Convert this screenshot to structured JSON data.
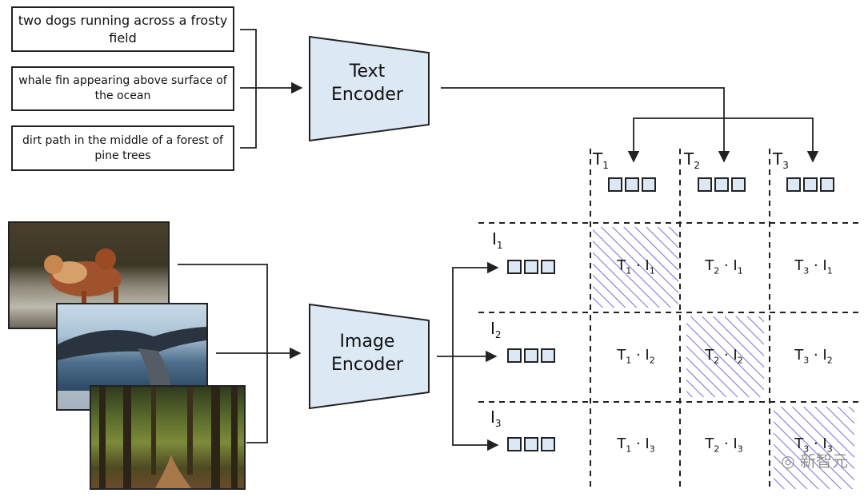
{
  "captions": [
    "two dogs running across a frosty field",
    "whale fin appearing above surface of the ocean",
    "dirt path in the middle of a forest of pine trees"
  ],
  "encoders": {
    "text": "Text Encoder",
    "image": "Image Encoder"
  },
  "text_embeddings": [
    {
      "sym": "T",
      "sub": "1"
    },
    {
      "sym": "T",
      "sub": "2"
    },
    {
      "sym": "T",
      "sub": "3"
    }
  ],
  "image_embeddings": [
    {
      "sym": "I",
      "sub": "1"
    },
    {
      "sym": "I",
      "sub": "2"
    },
    {
      "sym": "I",
      "sub": "3"
    }
  ],
  "matrix": [
    [
      {
        "t": "1",
        "i": "1",
        "highlight": true
      },
      {
        "t": "2",
        "i": "1",
        "highlight": false
      },
      {
        "t": "3",
        "i": "1",
        "highlight": false
      }
    ],
    [
      {
        "t": "1",
        "i": "2",
        "highlight": false
      },
      {
        "t": "2",
        "i": "2",
        "highlight": true
      },
      {
        "t": "3",
        "i": "2",
        "highlight": false
      }
    ],
    [
      {
        "t": "1",
        "i": "3",
        "highlight": false
      },
      {
        "t": "2",
        "i": "3",
        "highlight": false
      },
      {
        "t": "3",
        "i": "3",
        "highlight": true
      }
    ]
  ],
  "colors": {
    "encoder_fill": "#dce9f5",
    "highlight_hatch": "#7b6cd9",
    "line": "#222222"
  },
  "watermark": "新智元"
}
